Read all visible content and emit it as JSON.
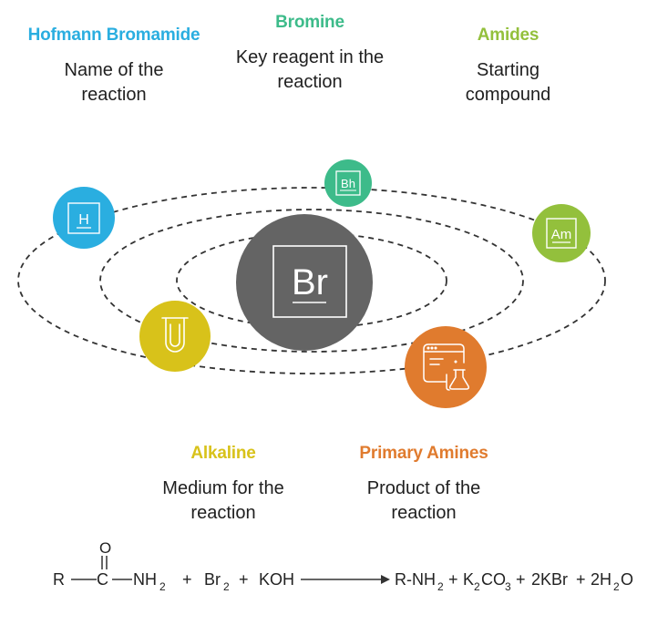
{
  "labels": {
    "hofmann": {
      "head": "Hofmann Bromamide",
      "desc": [
        "Name of the",
        "reaction"
      ],
      "color": "#2aaee0"
    },
    "bromine": {
      "head": "Bromine",
      "desc": [
        "Key reagent in the",
        "reaction"
      ],
      "color": "#3dbb8a"
    },
    "amides": {
      "head": "Amides",
      "desc": [
        "Starting",
        "compound"
      ],
      "color": "#93c03c"
    },
    "alkaline": {
      "head": "Alkaline",
      "desc": [
        "Medium for the",
        "reaction"
      ],
      "color": "#d8c21a"
    },
    "primary": {
      "head": "Primary Amines",
      "desc": [
        "Product of the",
        "reaction"
      ],
      "color": "#e07b2e"
    }
  },
  "center": {
    "symbol": "Br",
    "color": "#646464"
  },
  "nodes": {
    "hofmann": {
      "symbol": "H",
      "icon": "element-tile-icon"
    },
    "bromine": {
      "symbol": "Bh",
      "icon": "element-tile-icon"
    },
    "amides": {
      "symbol": "Am",
      "icon": "element-tile-icon"
    },
    "alkaline": {
      "icon": "test-tube-icon"
    },
    "primary": {
      "icon": "lab-flask-window-icon"
    }
  },
  "equation": {
    "r": "R",
    "c": "C",
    "o": "O",
    "nh2": "NH",
    "two": "2",
    "plus": "+",
    "br2": "Br",
    "koh": "KOH",
    "rnh2": "R-NH",
    "k2co3_k": "K",
    "co3": "CO",
    "three": "3",
    "kbr": "2KBr",
    "h2o_coef": "2H",
    "o_end": "O"
  }
}
